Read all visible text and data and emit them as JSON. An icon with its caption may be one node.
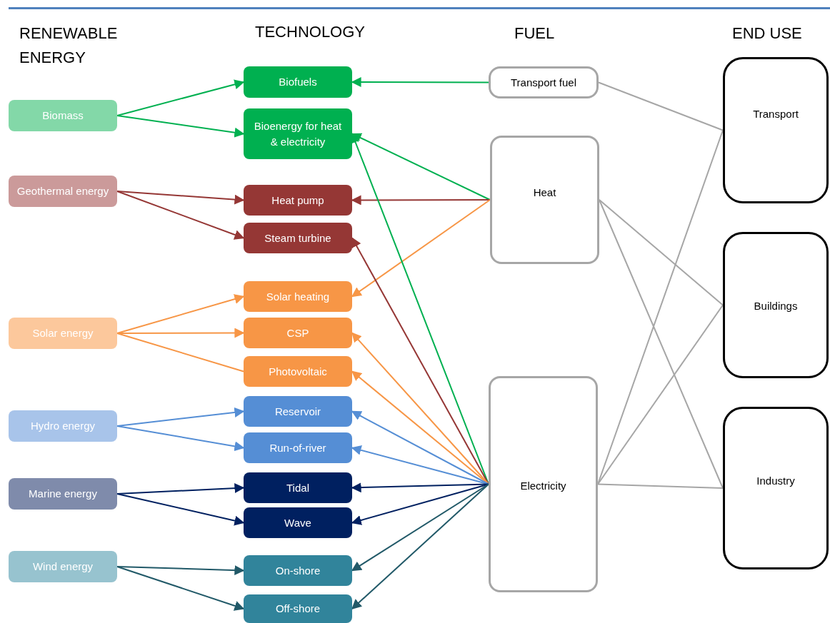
{
  "diagram": {
    "nodes": [
      {
        "text": [
          "Biomass"
        ]
      },
      {
        "text": [
          "Geothermal energy"
        ]
      },
      {
        "text": [
          "Solar energy"
        ]
      },
      {
        "text": [
          "Hydro energy"
        ]
      },
      {
        "text": [
          "Marine energy"
        ]
      },
      {
        "text": [
          "Wind energy"
        ]
      },
      {
        "text": [
          "Biofuels"
        ]
      },
      {
        "text": [
          "Bioenergy for heat & electricity"
        ]
      },
      {
        "text": [
          "Heat pump"
        ]
      },
      {
        "text": [
          "Steam turbine"
        ]
      },
      {
        "text": [
          "Solar heating"
        ]
      },
      {
        "text": [
          "CSP"
        ]
      },
      {
        "text": [
          "Photovoltaic"
        ]
      },
      {
        "text": [
          "Reservoir"
        ]
      },
      {
        "text": [
          "Run-of-river"
        ]
      },
      {
        "text": [
          "Tidal"
        ]
      },
      {
        "text": [
          "Wave"
        ]
      },
      {
        "text": [
          "On-shore"
        ]
      },
      {
        "text": [
          "Off-shore"
        ]
      },
      {
        "text": [
          "Transport fuel"
        ]
      },
      {
        "text": [
          "Heat"
        ]
      },
      {
        "text": [
          "Electricity"
        ]
      },
      {
        "text": [
          "Transport"
        ]
      },
      {
        "text": [
          "Buildings"
        ]
      },
      {
        "text": [
          "Industry"
        ]
      }
    ],
    "edges": [
      {
        "from": 0,
        "to": 6,
        "arrow": "to",
        "color": "#00b050"
      },
      {
        "from": 0,
        "to": 7,
        "arrow": "to",
        "color": "#00b050"
      },
      {
        "from": 1,
        "to": 8,
        "arrow": "to",
        "color": "#953735"
      },
      {
        "from": 1,
        "to": 9,
        "arrow": "to",
        "color": "#953735"
      },
      {
        "from": 2,
        "to": 10,
        "arrow": "to",
        "color": "#f79646"
      },
      {
        "from": 2,
        "to": 11,
        "arrow": "to",
        "color": "#f79646"
      },
      {
        "from": 2,
        "to": 12,
        "arrow": "none",
        "color": "#f79646"
      },
      {
        "from": 3,
        "to": 13,
        "arrow": "to",
        "color": "#558ed5"
      },
      {
        "from": 3,
        "to": 14,
        "arrow": "to",
        "color": "#558ed5"
      },
      {
        "from": 4,
        "to": 15,
        "arrow": "to",
        "color": "#002060"
      },
      {
        "from": 4,
        "to": 16,
        "arrow": "to",
        "color": "#002060"
      },
      {
        "from": 5,
        "to": 17,
        "arrow": "to",
        "color": "#215968"
      },
      {
        "from": 5,
        "to": 18,
        "arrow": "to",
        "color": "#215968"
      },
      {
        "from": 19,
        "to": 6,
        "arrow": "to",
        "color": "#00b050"
      },
      {
        "from": 20,
        "to": 7,
        "arrow": "to",
        "color": "#00b050"
      },
      {
        "from": 20,
        "to": 8,
        "arrow": "to",
        "color": "#953735"
      },
      {
        "from": 20,
        "to": 10,
        "arrow": "to",
        "color": "#f79646"
      },
      {
        "from": 21,
        "to": 7,
        "arrow": "to",
        "color": "#00b050"
      },
      {
        "from": 21,
        "to": 9,
        "arrow": "to",
        "color": "#953735"
      },
      {
        "from": 21,
        "to": 11,
        "arrow": "to",
        "color": "#f79646"
      },
      {
        "from": 21,
        "to": 12,
        "arrow": "to",
        "color": "#f79646"
      },
      {
        "from": 21,
        "to": 13,
        "arrow": "to",
        "color": "#558ed5"
      },
      {
        "from": 21,
        "to": 14,
        "arrow": "to",
        "color": "#558ed5"
      },
      {
        "from": 21,
        "to": 15,
        "arrow": "to",
        "color": "#002060"
      },
      {
        "from": 21,
        "to": 16,
        "arrow": "to",
        "color": "#002060"
      },
      {
        "from": 21,
        "to": 17,
        "arrow": "to",
        "color": "#215968"
      },
      {
        "from": 21,
        "to": 18,
        "arrow": "to",
        "color": "#215968"
      },
      {
        "from": 19,
        "to": 22,
        "arrow": "none",
        "color": "#a6a6a6"
      },
      {
        "from": 20,
        "to": 23,
        "arrow": "none",
        "color": "#a6a6a6"
      },
      {
        "from": 20,
        "to": 24,
        "arrow": "none",
        "color": "#a6a6a6"
      },
      {
        "from": 21,
        "to": 22,
        "arrow": "none",
        "color": "#a6a6a6"
      },
      {
        "from": 21,
        "to": 23,
        "arrow": "none",
        "color": "#a6a6a6"
      },
      {
        "from": 21,
        "to": 24,
        "arrow": "none",
        "color": "#a6a6a6"
      }
    ],
    "labels": [
      "RENEWABLE ENERGY",
      "TECHNOLOGY",
      "FUEL",
      "END USE"
    ]
  }
}
